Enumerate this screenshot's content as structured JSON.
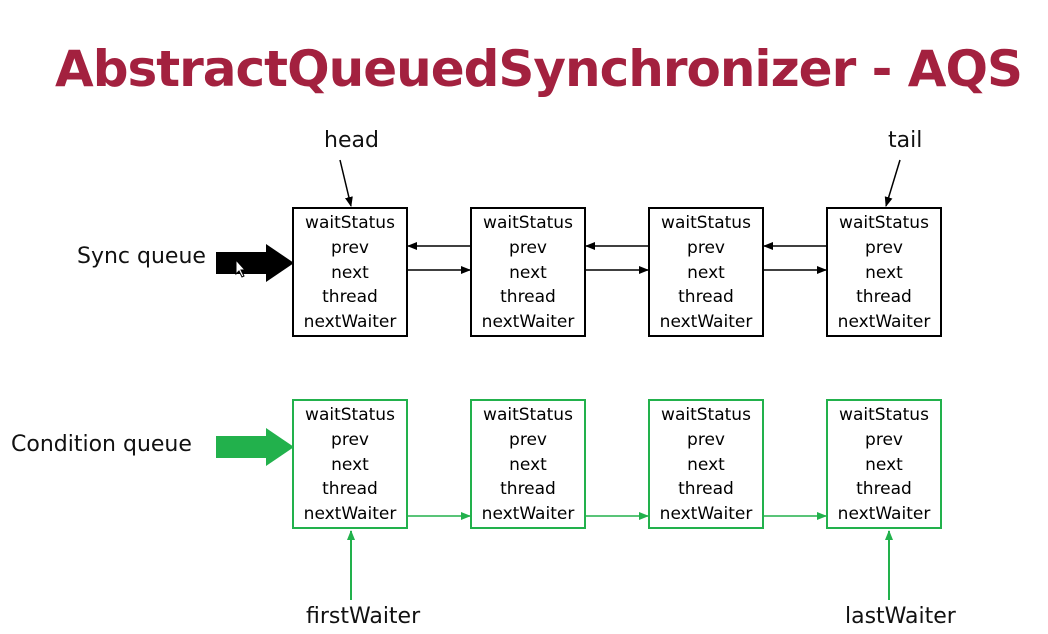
{
  "title": "AbstractQueuedSynchronizer - AQS",
  "colors": {
    "title": "#a3213f",
    "sync": "#000000",
    "condition": "#22b14c"
  },
  "sync_queue": {
    "label": "Sync queue",
    "head_label": "head",
    "tail_label": "tail",
    "nodes": [
      {
        "fields": [
          "waitStatus",
          "prev",
          "next",
          "thread",
          "nextWaiter"
        ]
      },
      {
        "fields": [
          "waitStatus",
          "prev",
          "next",
          "thread",
          "nextWaiter"
        ]
      },
      {
        "fields": [
          "waitStatus",
          "prev",
          "next",
          "thread",
          "nextWaiter"
        ]
      },
      {
        "fields": [
          "waitStatus",
          "prev",
          "next",
          "thread",
          "nextWaiter"
        ]
      }
    ]
  },
  "condition_queue": {
    "label": "Condition queue",
    "first_label": "firstWaiter",
    "last_label": "lastWaiter",
    "nodes": [
      {
        "fields": [
          "waitStatus",
          "prev",
          "next",
          "thread",
          "nextWaiter"
        ]
      },
      {
        "fields": [
          "waitStatus",
          "prev",
          "next",
          "thread",
          "nextWaiter"
        ]
      },
      {
        "fields": [
          "waitStatus",
          "prev",
          "next",
          "thread",
          "nextWaiter"
        ]
      },
      {
        "fields": [
          "waitStatus",
          "prev",
          "next",
          "thread",
          "nextWaiter"
        ]
      }
    ]
  }
}
